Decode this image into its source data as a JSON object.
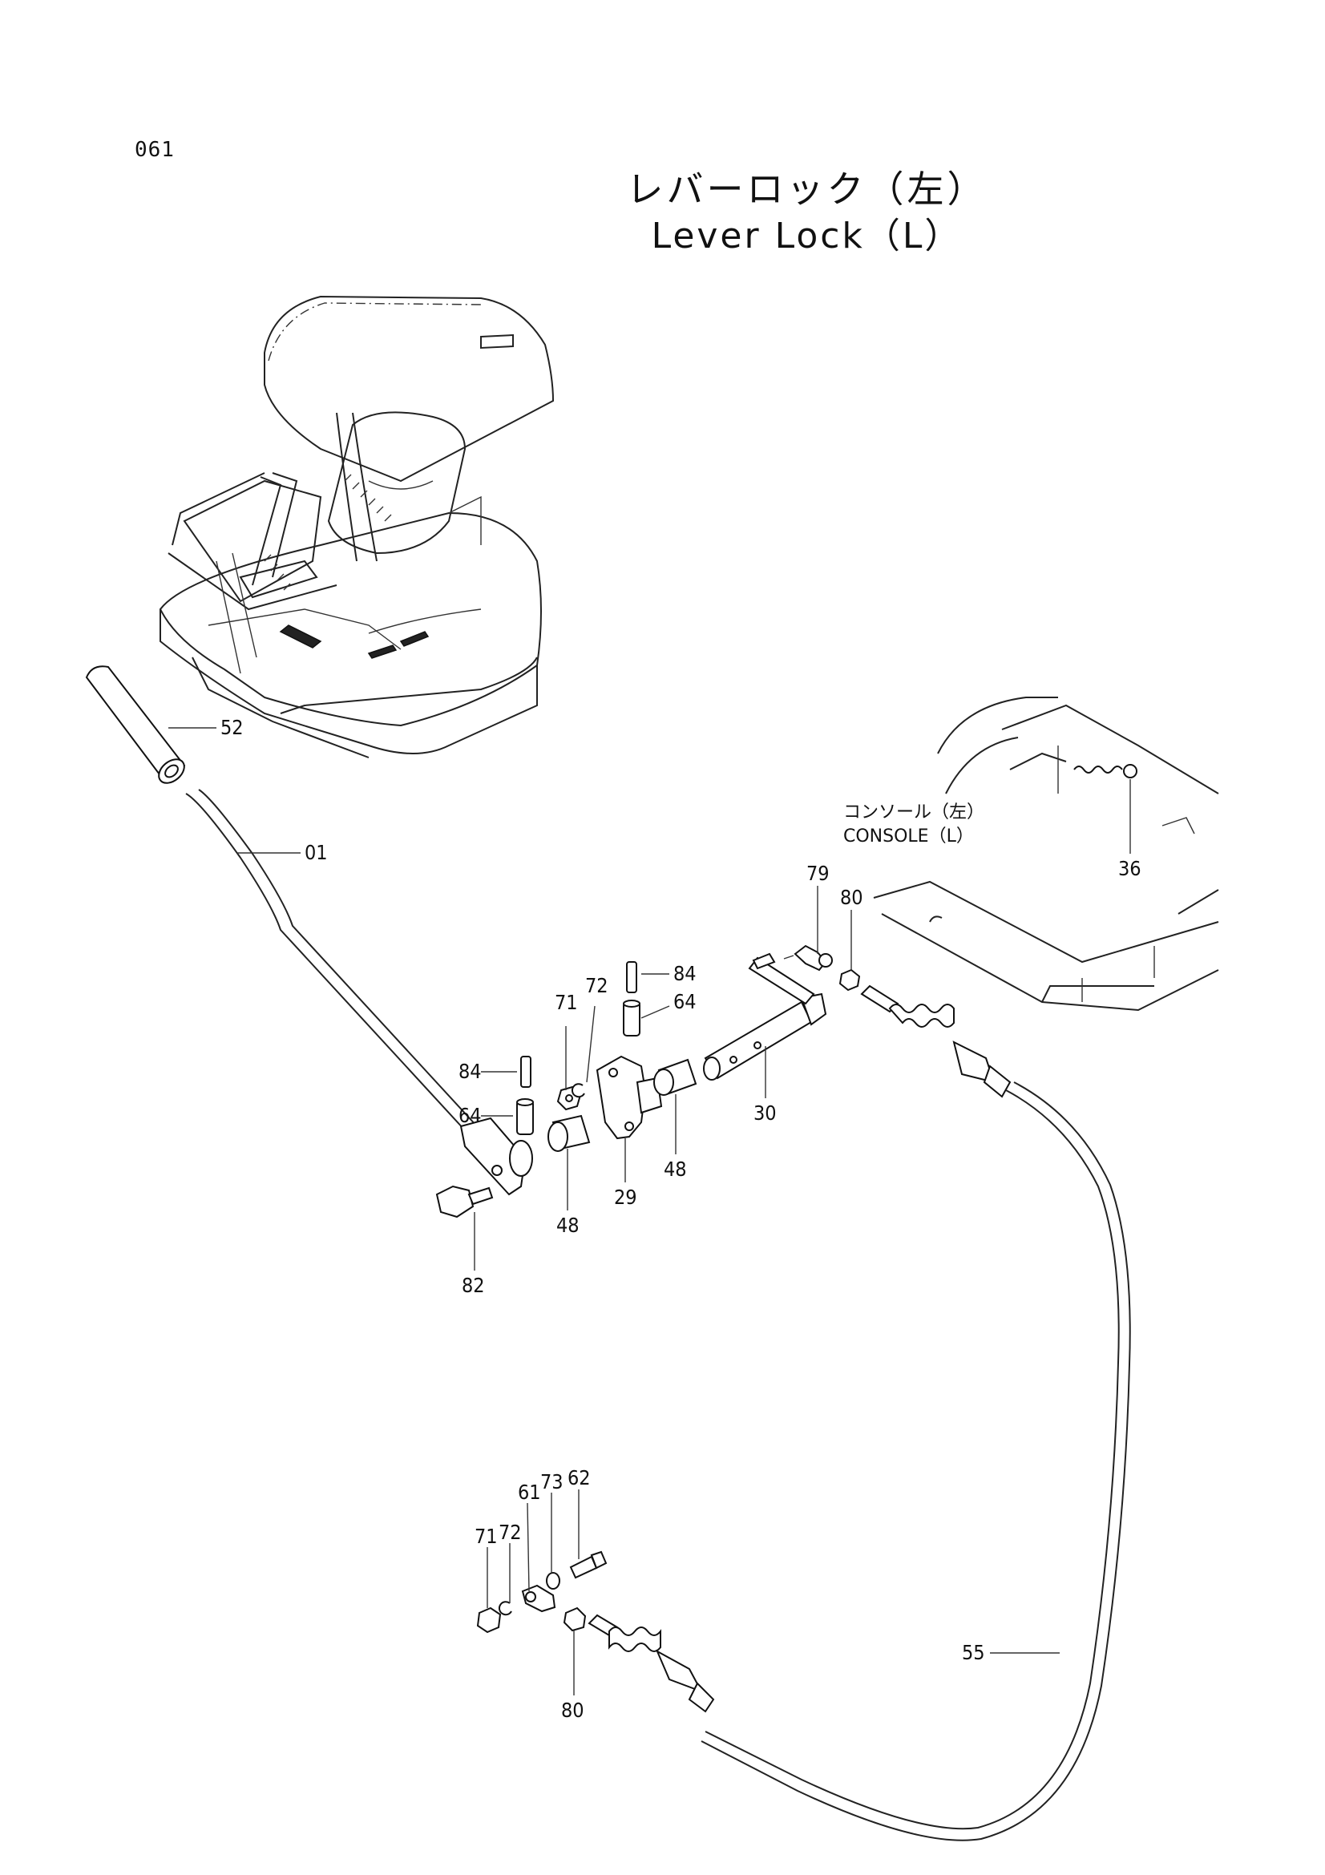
{
  "page": {
    "number": "061",
    "title_ja": "レバーロック（左）",
    "title_en": "Lever Lock（L）"
  },
  "reference": {
    "label_ja": "コンソール（左）",
    "label_en": "CONSOLE（L）"
  },
  "callouts": [
    {
      "id": "c52",
      "text": "52"
    },
    {
      "id": "c01",
      "text": "01"
    },
    {
      "id": "c36",
      "text": "36"
    },
    {
      "id": "c79",
      "text": "79"
    },
    {
      "id": "c80a",
      "text": "80"
    },
    {
      "id": "c84a",
      "text": "84"
    },
    {
      "id": "c71a",
      "text": "71"
    },
    {
      "id": "c72a",
      "text": "72"
    },
    {
      "id": "c64a",
      "text": "64"
    },
    {
      "id": "c84b",
      "text": "84"
    },
    {
      "id": "c64b",
      "text": "64"
    },
    {
      "id": "c30",
      "text": "30"
    },
    {
      "id": "c48a",
      "text": "48"
    },
    {
      "id": "c29",
      "text": "29"
    },
    {
      "id": "c48b",
      "text": "48"
    },
    {
      "id": "c82",
      "text": "82"
    },
    {
      "id": "c73",
      "text": "73"
    },
    {
      "id": "c62",
      "text": "62"
    },
    {
      "id": "c61",
      "text": "61"
    },
    {
      "id": "c71b",
      "text": "71"
    },
    {
      "id": "c72b",
      "text": "72"
    },
    {
      "id": "c55",
      "text": "55"
    },
    {
      "id": "c80b",
      "text": "80"
    }
  ]
}
